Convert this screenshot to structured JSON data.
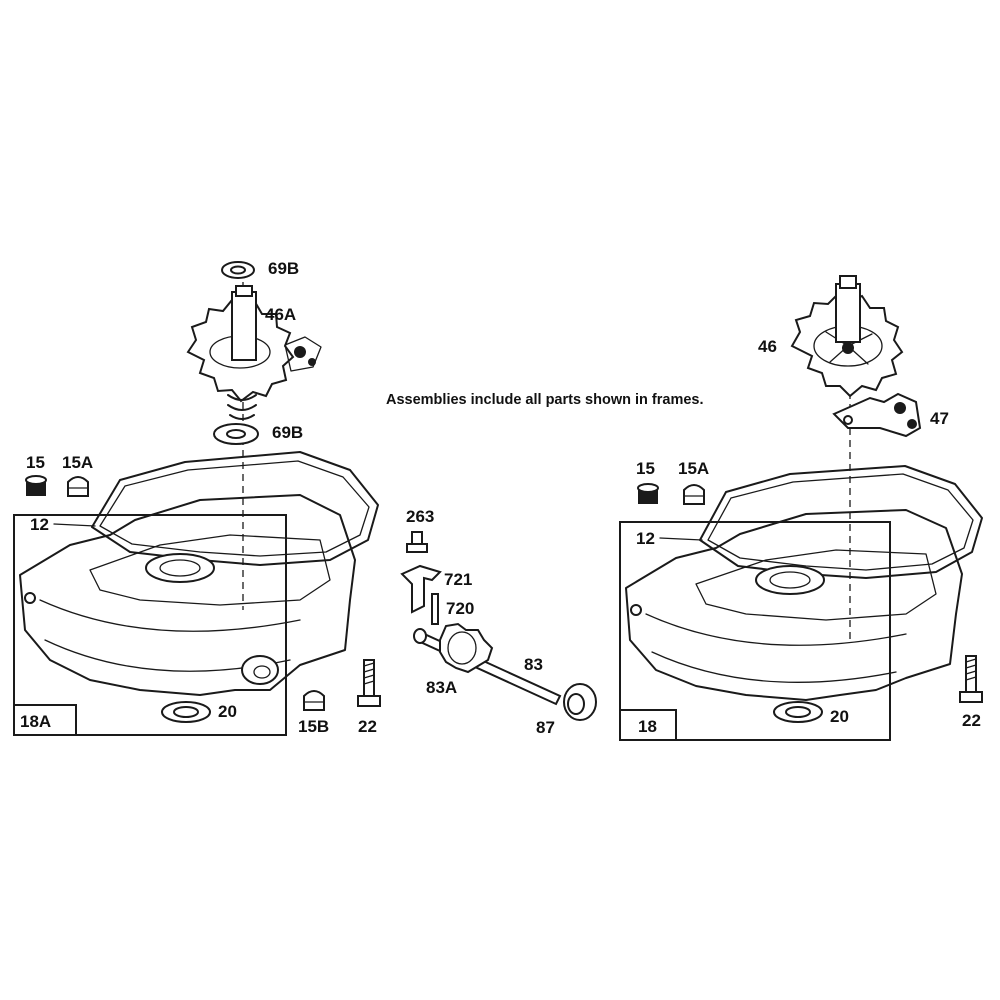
{
  "note": "Assemblies include all parts shown in frames.",
  "left_assembly": {
    "frame_label": "18A",
    "callouts": {
      "washer_top": "69B",
      "cam_gear": "46A",
      "washer_bottom": "69B",
      "plug": "15",
      "plug_a": "15A",
      "gasket": "12",
      "seal": "20",
      "plug_b": "15B",
      "bolt": "22"
    }
  },
  "middle_parts": {
    "callouts": {
      "screw": "263",
      "bracket": "721",
      "pin": "720",
      "shaft": "83",
      "shaft_gear": "83A",
      "oil_seal": "87"
    }
  },
  "right_assembly": {
    "frame_label": "18",
    "callouts": {
      "cam_gear": "46",
      "governor": "47",
      "plug": "15",
      "plug_a": "15A",
      "gasket": "12",
      "seal": "20",
      "bolt": "22"
    }
  }
}
